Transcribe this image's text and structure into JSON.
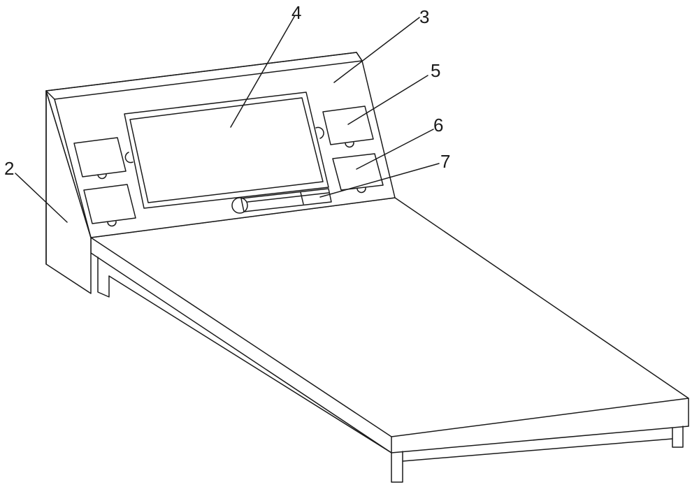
{
  "figure": {
    "callouts": [
      {
        "id": "callout-2",
        "text": "2"
      },
      {
        "id": "callout-3",
        "text": "3"
      },
      {
        "id": "callout-4",
        "text": "4"
      },
      {
        "id": "callout-5",
        "text": "5"
      },
      {
        "id": "callout-6",
        "text": "6"
      },
      {
        "id": "callout-7",
        "text": "7"
      }
    ]
  }
}
